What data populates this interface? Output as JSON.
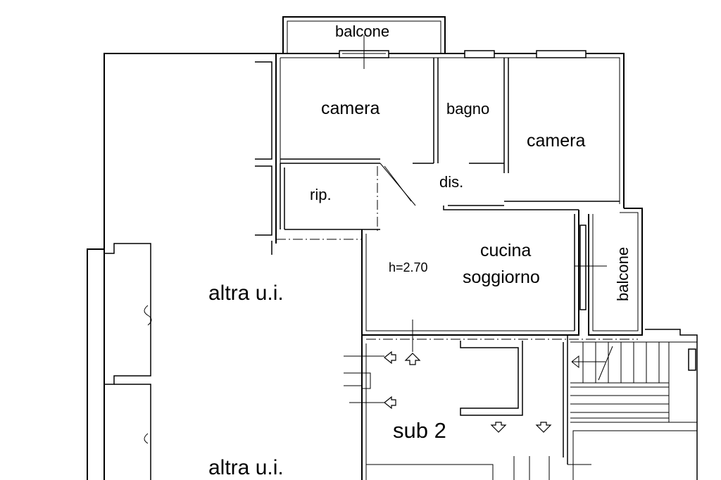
{
  "rooms": {
    "balcone_top": "balcone",
    "camera_left": "camera",
    "bagno": "bagno",
    "camera_right": "camera",
    "disimpegno": "dis.",
    "ripostiglio": "rip.",
    "cucina_line1": "cucina",
    "cucina_line2": "soggiorno",
    "height": "h=2.70",
    "balcone_right": "balcone",
    "altra_top": "altra u.i.",
    "altra_bottom": "altra u.i.",
    "sub": "sub 2"
  }
}
